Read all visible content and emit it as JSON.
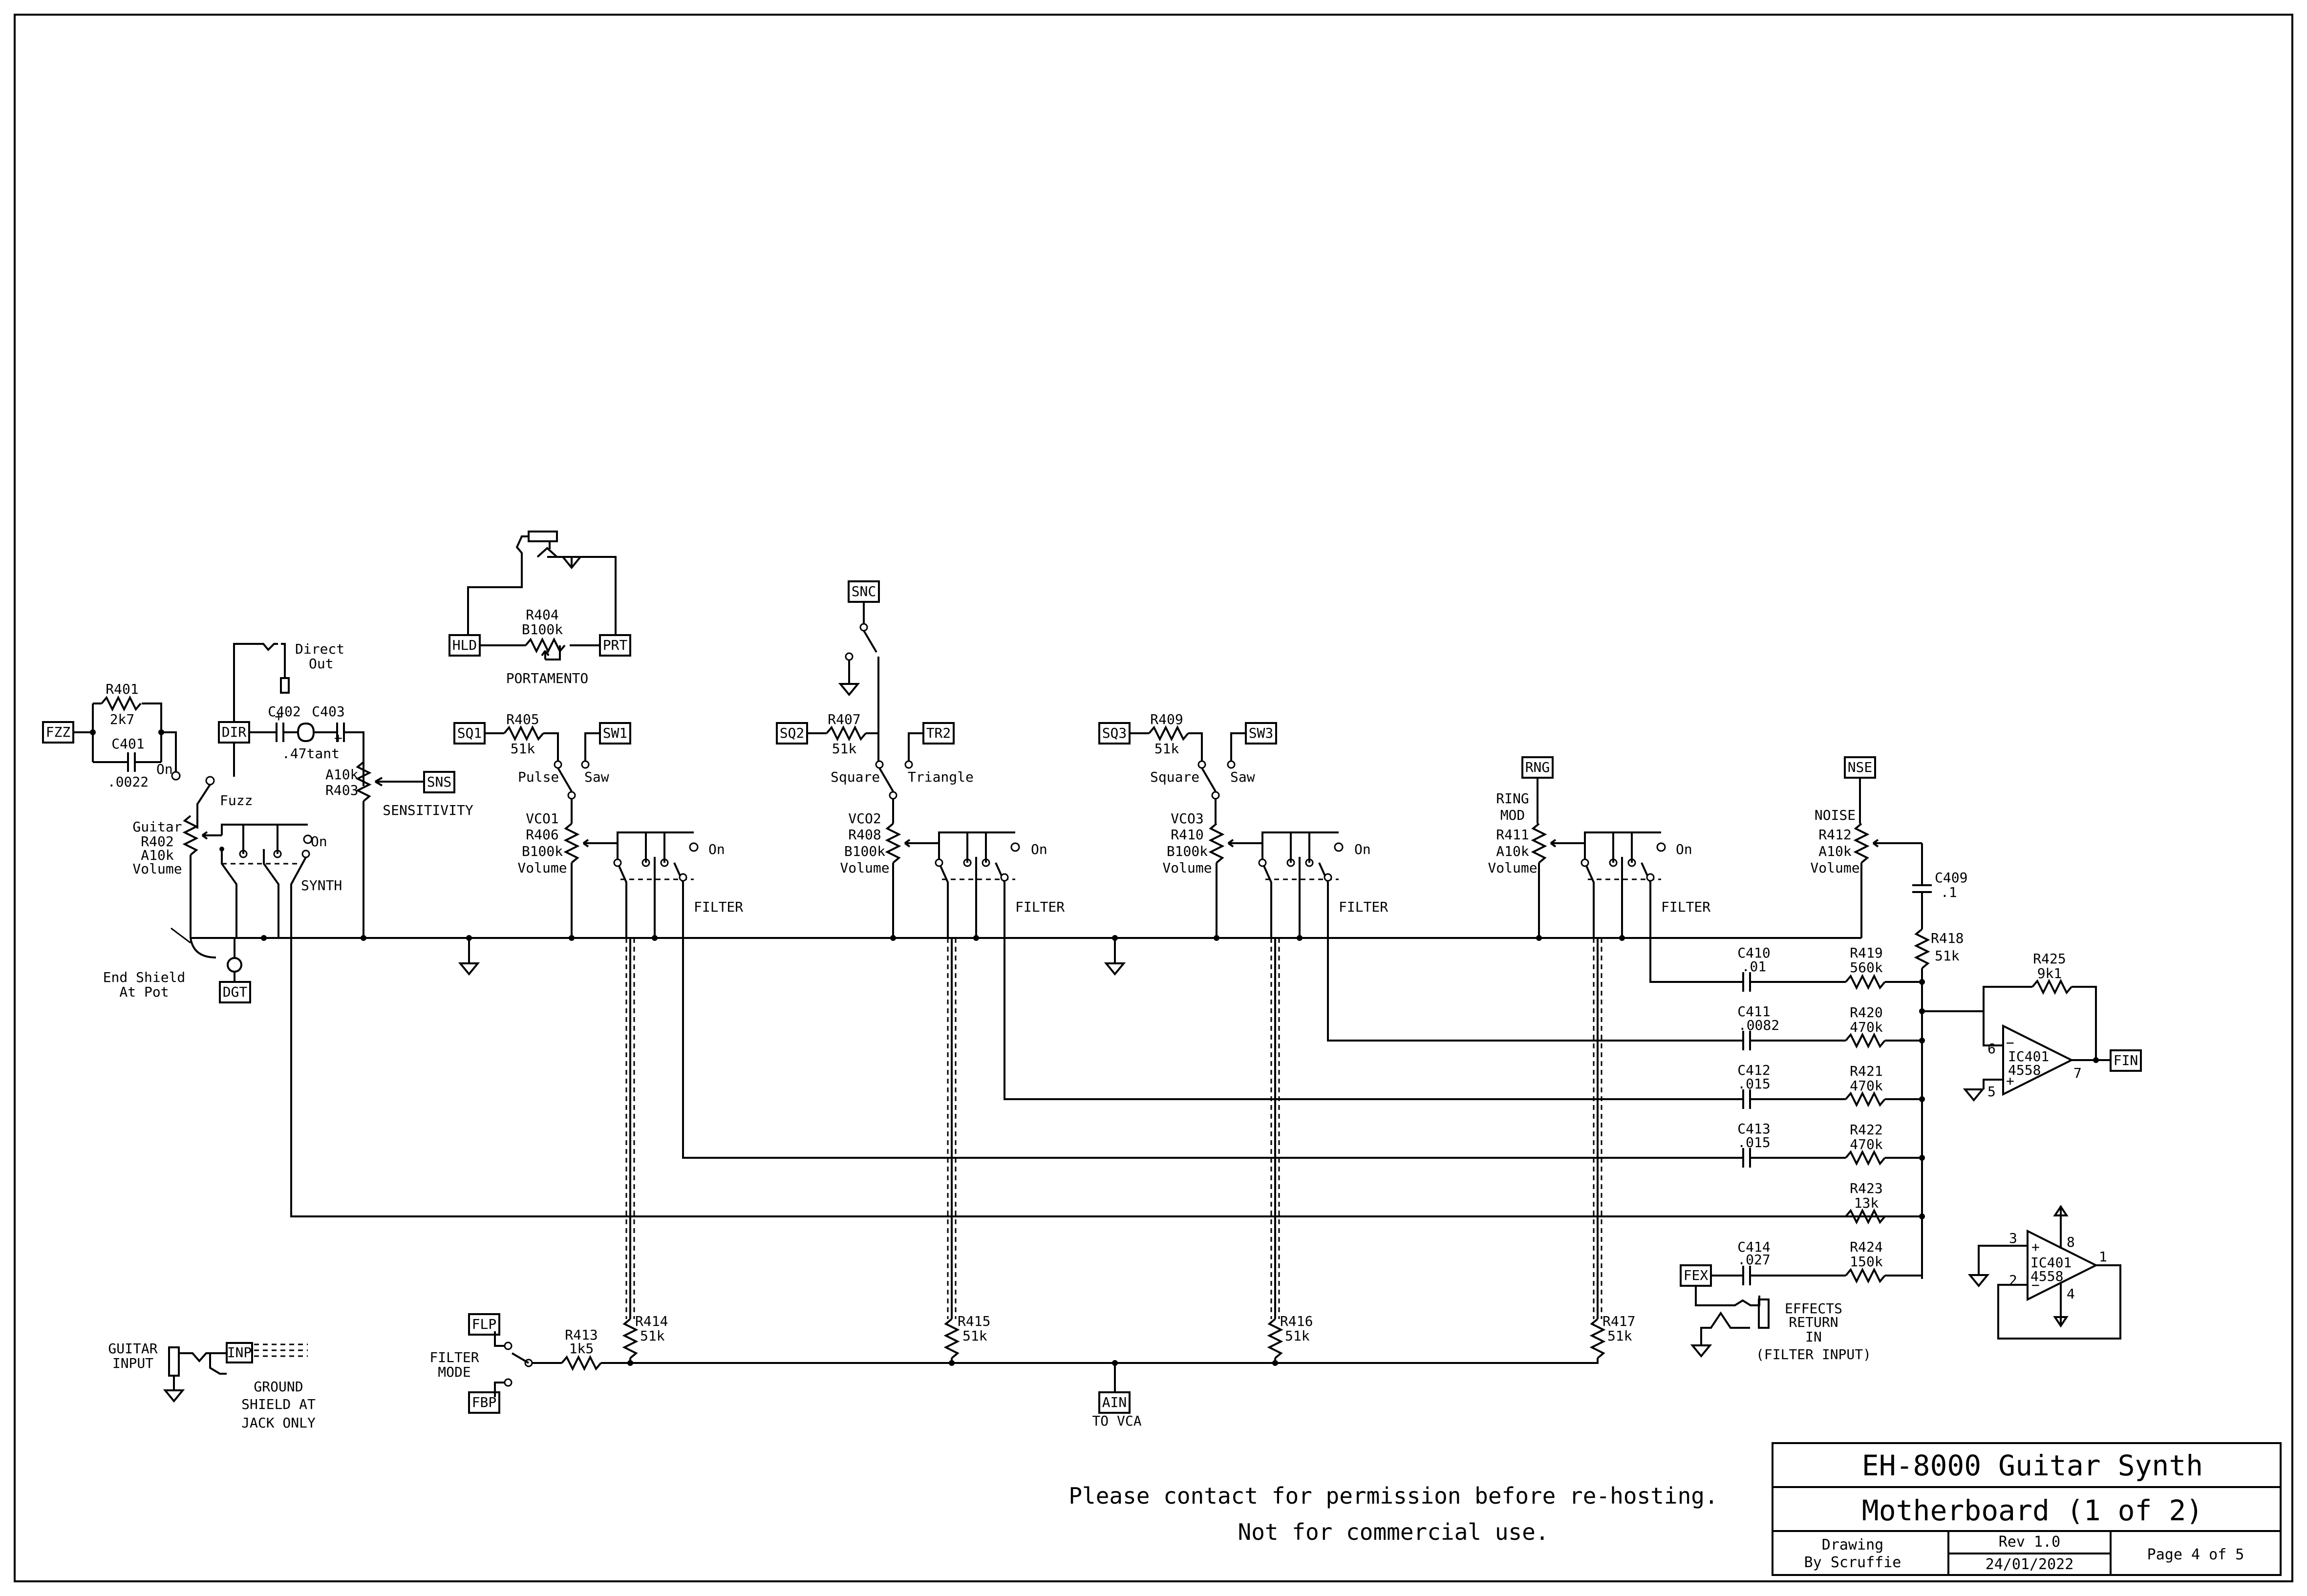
{
  "title_block": {
    "title": "EH-8000 Guitar Synth",
    "subtitle": "Motherboard (1 of 2)",
    "drawing": "Drawing",
    "by": "By Scruffie",
    "rev": "Rev 1.0",
    "date": "24/01/2022",
    "page": "Page 4 of 5"
  },
  "notice": {
    "line1": "Please contact for permission before re-hosting.",
    "line2": "Not for commercial use."
  },
  "components": {
    "r401": [
      "R401",
      "2k7"
    ],
    "c401": [
      "C401",
      ".0022"
    ],
    "r402": [
      "Guitar",
      "R402",
      "A10k",
      "Volume"
    ],
    "c402": "C402",
    "c403": "C403",
    "c402_val": ".47tant",
    "r403": [
      "A10k",
      "R403"
    ],
    "sensitivity": "SENSITIVITY",
    "r404": [
      "R404",
      "B100k"
    ],
    "portamento": "PORTAMENTO",
    "r405": [
      "R405",
      "51k"
    ],
    "r406": [
      "VCO1",
      "R406",
      "B100k",
      "Volume"
    ],
    "r407": [
      "R407",
      "51k"
    ],
    "r408": [
      "VCO2",
      "R408",
      "B100k",
      "Volume"
    ],
    "r409": [
      "R409",
      "51k"
    ],
    "r410": [
      "VCO3",
      "R410",
      "B100k",
      "Volume"
    ],
    "r411": [
      "RING",
      "MOD",
      "R411",
      "A10k",
      "Volume"
    ],
    "r412": [
      "NOISE",
      "R412",
      "A10k",
      "Volume"
    ],
    "c409": [
      "C409",
      ".1"
    ],
    "r418": [
      "R418",
      "51k"
    ],
    "c410": [
      "C410",
      ".01"
    ],
    "c411": [
      "C411",
      ".0082"
    ],
    "c412": [
      "C412",
      ".015"
    ],
    "c413": [
      "C413",
      ".015"
    ],
    "c414": [
      "C414",
      ".027"
    ],
    "r419": [
      "R419",
      "560k"
    ],
    "r420": [
      "R420",
      "470k"
    ],
    "r421": [
      "R421",
      "470k"
    ],
    "r422": [
      "R422",
      "470k"
    ],
    "r423": [
      "R423",
      "13k"
    ],
    "r424": [
      "R424",
      "150k"
    ],
    "r425": [
      "R425",
      "9k1"
    ],
    "ic401": [
      "IC401",
      "4558"
    ],
    "r413": [
      "R413",
      "1k5"
    ],
    "r414": [
      "R414",
      "51k"
    ],
    "r415": [
      "R415",
      "51k"
    ],
    "r416": [
      "R416",
      "51k"
    ],
    "r417": [
      "R417",
      "51k"
    ]
  },
  "connectors": {
    "fzz": "FZZ",
    "dir": "DIR",
    "sns": "SNS",
    "dgt": "DGT",
    "hld": "HLD",
    "prt": "PRT",
    "sq1": "SQ1",
    "sw1": "SW1",
    "snc": "SNC",
    "sq2": "SQ2",
    "tr2": "TR2",
    "sq3": "SQ3",
    "sw3": "SW3",
    "rng": "RNG",
    "nse": "NSE",
    "fin": "FIN",
    "fex": "FEX",
    "flp": "FLP",
    "fbp": "FBP",
    "ain": "AIN",
    "inp": "INP"
  },
  "labels": {
    "direct_out": [
      "Direct",
      "Out"
    ],
    "on": "On",
    "fuzz": "Fuzz",
    "synth": "SYNTH",
    "filter": "FILTER",
    "pulse": "Pulse",
    "saw": "Saw",
    "square": "Square",
    "triangle": "Triangle",
    "end_shield": [
      "End Shield",
      "At Pot"
    ],
    "guitar_input": [
      "GUITAR",
      "INPUT"
    ],
    "ground_shield": [
      "GROUND",
      "SHIELD AT",
      "JACK ONLY"
    ],
    "filter_mode": [
      "FILTER",
      "MODE"
    ],
    "to_vca": "TO VCA",
    "effects_return": [
      "EFFECTS",
      "RETURN",
      "IN",
      "(FILTER INPUT)"
    ],
    "pins": {
      "p6": "6",
      "p7": "7",
      "p5": "5",
      "p3": "3",
      "p2": "2",
      "p8": "8",
      "p4": "4",
      "p1": "1",
      "minus": "−",
      "plus": "+"
    }
  }
}
